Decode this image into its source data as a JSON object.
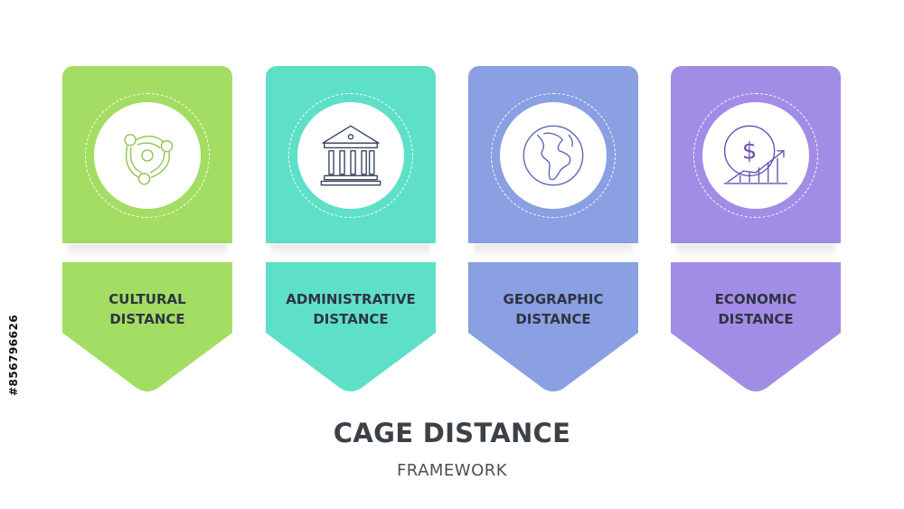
{
  "header": {
    "title": "CAGE DISTANCE",
    "subtitle": "FRAMEWORK"
  },
  "watermark": {
    "stock_id": "#856796626"
  },
  "pillars": [
    {
      "label_line1": "CULTURAL",
      "label_line2": "DISTANCE",
      "icon": "people-circle-icon",
      "color": "#a4dd63"
    },
    {
      "label_line1": "ADMINISTRATIVE",
      "label_line2": "DISTANCE",
      "icon": "government-building-icon",
      "color": "#5ee0c8"
    },
    {
      "label_line1": "GEOGRAPHIC",
      "label_line2": "DISTANCE",
      "icon": "globe-icon",
      "color": "#8b9fe3"
    },
    {
      "label_line1": "ECONOMIC",
      "label_line2": "DISTANCE",
      "icon": "dollar-growth-chart-icon",
      "color": "#a28de6"
    }
  ]
}
